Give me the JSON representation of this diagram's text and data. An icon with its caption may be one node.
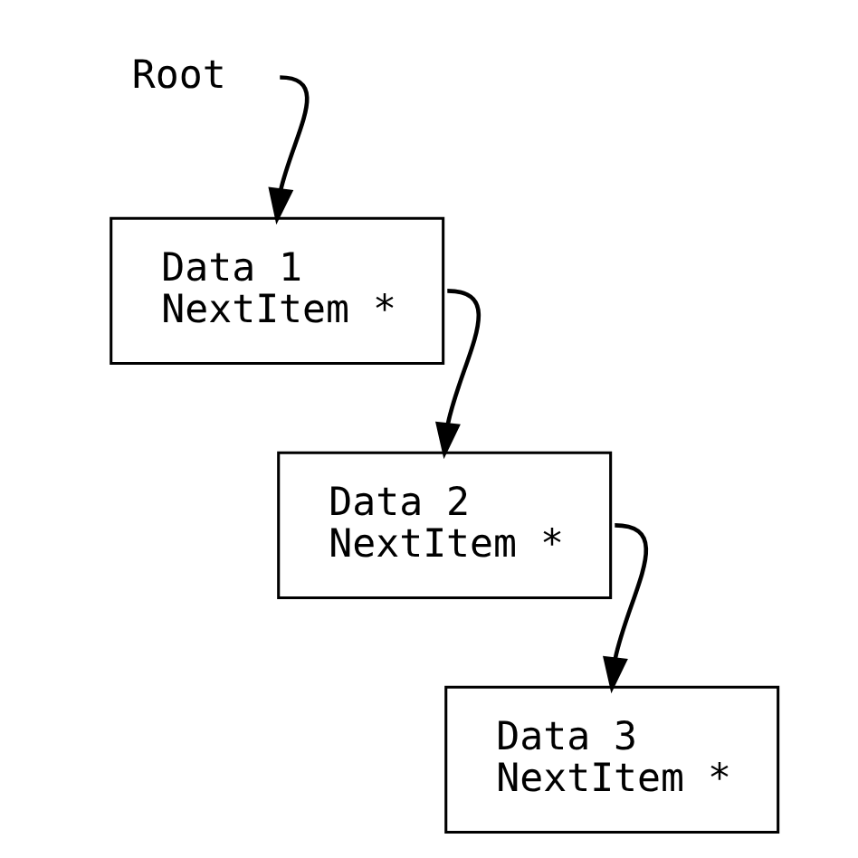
{
  "diagram": {
    "nodes": [
      {
        "text": [
          "Root"
        ]
      },
      {
        "text": [
          "Data 1",
          "NextItem *"
        ]
      },
      {
        "text": [
          "Data 2",
          "NextItem *"
        ]
      },
      {
        "text": [
          "Data 3",
          "NextItem *"
        ]
      }
    ],
    "edges": [
      {
        "from": 0,
        "to": 1,
        "arrow": "to"
      },
      {
        "from": 1,
        "to": 2,
        "arrow": "to"
      },
      {
        "from": 2,
        "to": 3,
        "arrow": "to"
      }
    ]
  }
}
